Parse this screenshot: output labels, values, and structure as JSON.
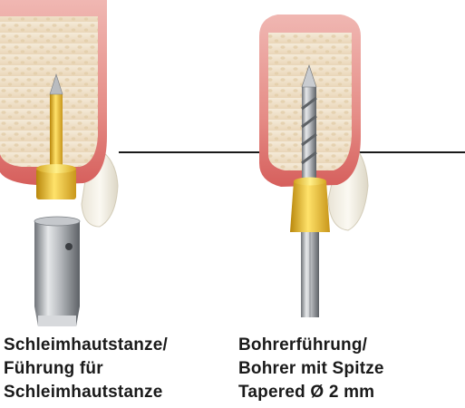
{
  "captions": {
    "left": [
      "Schleimhautstanze/",
      "Führung für",
      "Schleimhautstanze"
    ],
    "right": [
      "Bohrerführung/",
      "Bohrer mit Spitze",
      "Tapered Ø 2 mm"
    ]
  }
}
